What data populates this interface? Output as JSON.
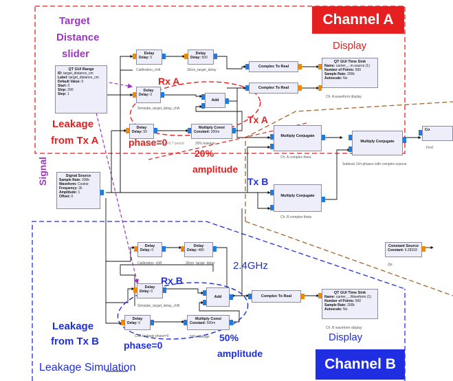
{
  "annotations": {
    "target_distance_slider": [
      "Target",
      "Distance",
      "slider"
    ],
    "channel_a": "Channel A",
    "channel_b": "Channel B",
    "display_a": "Display",
    "display_b": "Display",
    "rx_a": "Rx A",
    "rx_b": "Rx B",
    "tx_a": "Tx A",
    "tx_b": "Tx B",
    "leakage_a": [
      "Leakage",
      "from Tx A"
    ],
    "leakage_b": [
      "Leakage",
      "from Tx B"
    ],
    "phase_a": "phase=0",
    "phase_b": "phase=0",
    "amp_a": [
      "20%",
      "amplitude"
    ],
    "amp_b": [
      "50%",
      "amplitude"
    ],
    "signal": "Signal",
    "freq": "2.4GHz",
    "leakage_sim": "Leakage Simulation"
  },
  "colors": {
    "red": "#e41f1f",
    "blue": "#1e2ee0",
    "purple": "#9a38c2",
    "brown": "#a0662a",
    "channel_fill": "#e62020",
    "port_blue": "#1e7be0",
    "port_orange": "#f08a00",
    "block_fill": "#eeeefa"
  },
  "blocks": {
    "delay_cal_a": {
      "title": "Delay",
      "params": [
        [
          "Delay:",
          "0"
        ]
      ],
      "caption": "Calibration_chA"
    },
    "delay_30cm_a": {
      "title": "Delay",
      "params": [
        [
          "Delay:",
          "500"
        ]
      ],
      "caption": "30cm_target_delay"
    },
    "qt_range": {
      "title": "QT GUI Range",
      "params": [
        [
          "ID:",
          "target_distance_cm"
        ],
        [
          "Label:",
          "target_distance_cm"
        ],
        [
          "Default Value:",
          "0"
        ],
        [
          "Start:",
          "0"
        ],
        [
          "Stop:",
          "200"
        ],
        [
          "Step:",
          "1"
        ]
      ]
    },
    "delay_sim_a": {
      "title": "Delay",
      "params": [
        [
          "Delay:",
          "0"
        ]
      ],
      "caption": "Simulate_target_delay_chA"
    },
    "delay_leak_a": {
      "title": "Delay",
      "params": [
        [
          "Delay:",
          "50"
        ]
      ],
      "caption": "leakage phase=0.7 period"
    },
    "add_a": {
      "title": "Add"
    },
    "mult_const_a": {
      "title": "Multiply Const",
      "params": [
        [
          "Constant:",
          "200m"
        ]
      ],
      "caption": "20% leakage"
    },
    "c2r_a1": {
      "title": "Complex To Real"
    },
    "c2r_a2": {
      "title": "Complex To Real"
    },
    "time_sink_a": {
      "title": "QT GUI Time Sink",
      "params": [
        [
          "Name:",
          "carrier_...m.source (1)"
        ],
        [
          "Number of Points:",
          "500"
        ],
        [
          "Sample Rate:",
          "200k"
        ],
        [
          "Autoscale:",
          "No"
        ]
      ],
      "caption": "Ch. A waveform display"
    },
    "mult_conj_a": {
      "title": "Multiply Conjugate",
      "caption": "Ch. A complex theta"
    },
    "mult_conj_sub": {
      "title": "Multiply Conjugate",
      "caption": "Subtract 2ch phases with complex expone"
    },
    "conv_edge": {
      "title": "Co",
      "caption": "Find"
    },
    "signal_source": {
      "title": "Signal Source",
      "params": [
        [
          "Sample Rate:",
          "200k"
        ],
        [
          "Waveform:",
          "Cosine"
        ],
        [
          "Frequency:",
          "2k"
        ],
        [
          "Amplitude:",
          "1"
        ],
        [
          "Offset:",
          "0"
        ]
      ]
    },
    "mult_conj_b": {
      "title": "Multiply Conjugate",
      "caption": "Ch. B complex theta"
    },
    "delay_cal_b": {
      "title": "Delay",
      "params": [
        [
          "Delay:",
          "0"
        ]
      ],
      "caption": "Calibration_chB"
    },
    "delay_30cm_b": {
      "title": "Delay",
      "params": [
        [
          "Delay:",
          "480"
        ]
      ],
      "caption": "30cm_target_delay"
    },
    "const_source": {
      "title": "Constant Source",
      "params": [
        [
          "Constant:",
          "6.28318"
        ]
      ],
      "caption": "2pi"
    },
    "delay_sim_b": {
      "title": "Delay",
      "params": [
        [
          "Delay:",
          "0"
        ]
      ],
      "caption": "Simulate_target_delay_chB"
    },
    "add_b": {
      "title": "Add"
    },
    "c2r_b": {
      "title": "Complex To Real"
    },
    "time_sink_b": {
      "title": "QT GUI Time Sink",
      "params": [
        [
          "Name:",
          "carrier_...Waveform (1)"
        ],
        [
          "Number of Points:",
          "500"
        ],
        [
          "Sample Rate:",
          "200k"
        ],
        [
          "Autoscale:",
          "No"
        ]
      ],
      "caption": "Ch. B waveform display"
    },
    "delay_leak_b": {
      "title": "Delay",
      "params": [
        [
          "Delay:",
          "0"
        ]
      ],
      "caption": "ChB leakage phase=0"
    },
    "mult_const_b": {
      "title": "Multiply Const",
      "params": [
        [
          "Constant:",
          "500m"
        ]
      ],
      "caption": "50% leakage"
    }
  }
}
